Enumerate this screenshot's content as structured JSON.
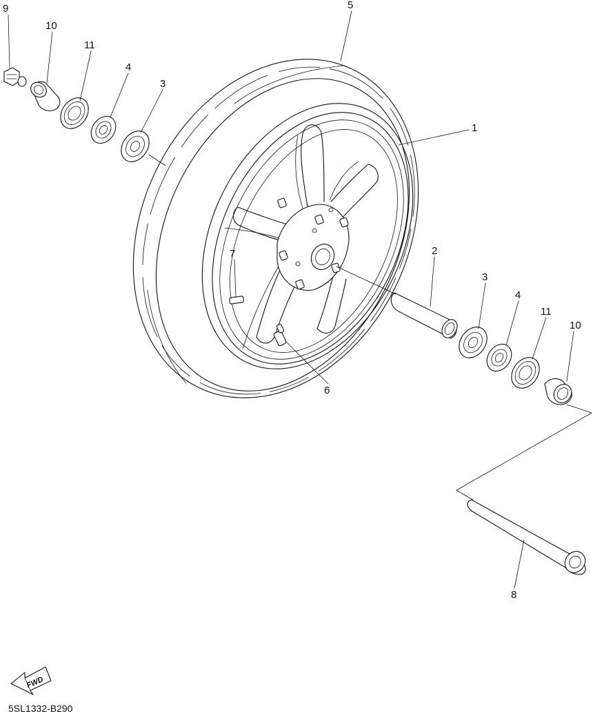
{
  "diagram": {
    "code": "5SL1332-B290",
    "fwd_label": "FWD",
    "callouts": [
      {
        "id": "c1",
        "label": "1"
      },
      {
        "id": "c2",
        "label": "2"
      },
      {
        "id": "c3a",
        "label": "3"
      },
      {
        "id": "c3b",
        "label": "3"
      },
      {
        "id": "c4a",
        "label": "4"
      },
      {
        "id": "c4b",
        "label": "4"
      },
      {
        "id": "c5",
        "label": "5"
      },
      {
        "id": "c6",
        "label": "6"
      },
      {
        "id": "c7",
        "label": "7"
      },
      {
        "id": "c8",
        "label": "8"
      },
      {
        "id": "c9",
        "label": "9"
      },
      {
        "id": "c10a",
        "label": "10"
      },
      {
        "id": "c10b",
        "label": "10"
      },
      {
        "id": "c11a",
        "label": "11"
      },
      {
        "id": "c11b",
        "label": "11"
      }
    ]
  }
}
